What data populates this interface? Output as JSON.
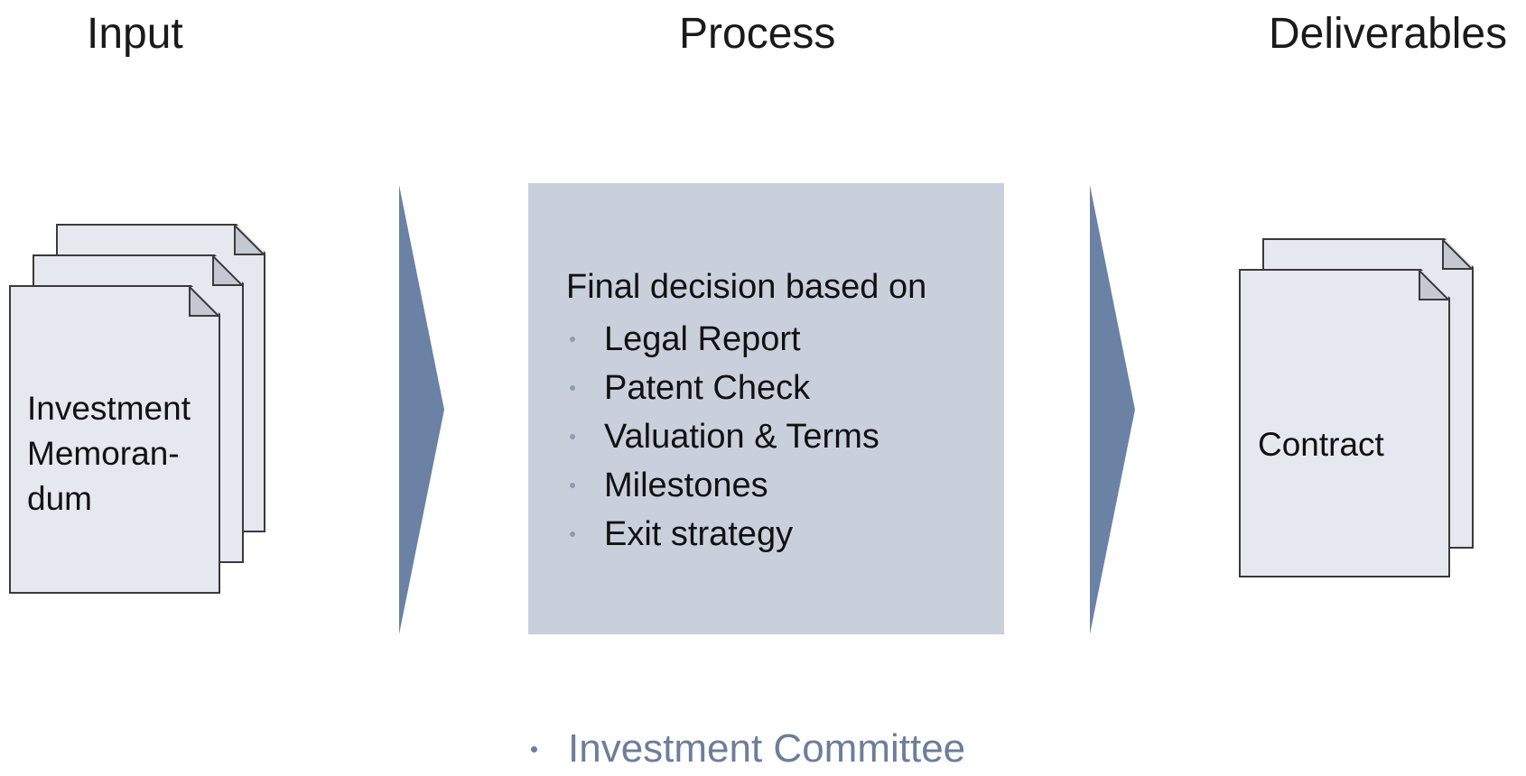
{
  "headings": {
    "input": "Input",
    "process": "Process",
    "deliverables": "Deliverables"
  },
  "input_document": {
    "line1": "Investment",
    "line2": "Memoran-",
    "line3": "dum"
  },
  "process": {
    "intro": "Final decision based on",
    "items": [
      "Legal Report",
      "Patent Check",
      "Valuation & Terms",
      "Milestones",
      "Exit strategy"
    ]
  },
  "deliverable_document": {
    "label": "Contract"
  },
  "footer": {
    "committee": "Investment Committee"
  },
  "colors": {
    "arrow": "#6b82a4",
    "process_box": "#c9d0dc",
    "page_fill": "#e6e8ef",
    "committee_text": "#6c7e9b"
  },
  "icons": {
    "input": "document-stack-icon",
    "output": "document-stack-icon",
    "flow": "chevron-arrow-icon"
  }
}
